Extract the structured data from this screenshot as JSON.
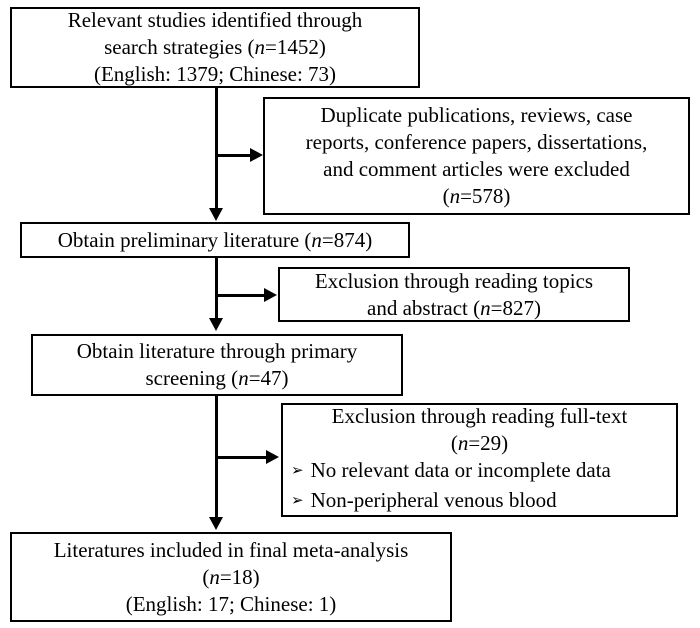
{
  "diagram_type": "flowchart",
  "colors": {
    "background": "#ffffff",
    "box_border": "#000000",
    "text": "#000000",
    "arrow": "#000000"
  },
  "boxes": {
    "identified": {
      "line1": "Relevant studies identified through",
      "line2_pre": "search strategies (",
      "line2_it": "n",
      "line2_post": "=1452)",
      "line3": "(English: 1379; Chinese: 73)"
    },
    "excluded_duplicates": {
      "line1": "Duplicate publications, reviews, case",
      "line2": "reports, conference papers, dissertations,",
      "line3": "and comment articles were excluded",
      "line4_pre": "(",
      "line4_it": "n",
      "line4_post": "=578)"
    },
    "preliminary": {
      "line1_pre": "Obtain preliminary literature (",
      "line1_it": "n",
      "line1_post": "=874)"
    },
    "excluded_topics": {
      "line1": "Exclusion through reading topics",
      "line2_pre": "and abstract (",
      "line2_it": "n",
      "line2_post": "=827)"
    },
    "primary_screening": {
      "line1": "Obtain literature through primary",
      "line2_pre": "screening (",
      "line2_it": "n",
      "line2_post": "=47)"
    },
    "excluded_fulltext": {
      "line1": "Exclusion through reading full-text",
      "line2_pre": "(",
      "line2_it": "n",
      "line2_post": "=29)",
      "bullet_icon": "➢",
      "bullet1": "No relevant data or incomplete data",
      "bullet2": "Non-peripheral venous blood"
    },
    "included": {
      "line1": "Literatures included in final meta-analysis",
      "line2_pre": "(",
      "line2_it": "n",
      "line2_post": "=18)",
      "line3": "(English: 17; Chinese: 1)"
    }
  }
}
